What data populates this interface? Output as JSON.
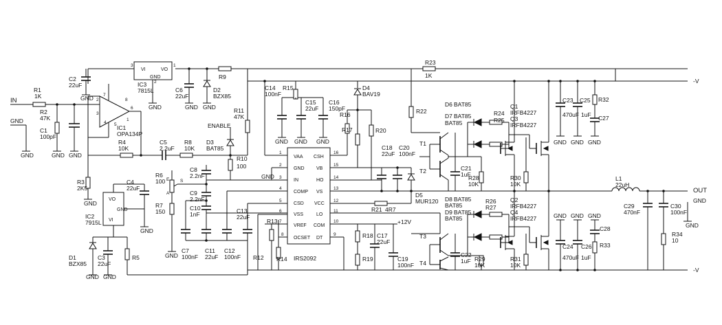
{
  "nets": {
    "in": "IN",
    "out": "OUT",
    "vpos": "-V",
    "vneg": "-V",
    "enable": "ENABLE",
    "p12v": "+12V"
  },
  "ground": "GND",
  "ic1": {
    "ref": "IC1",
    "part": "OPA134P",
    "pins": [
      "2",
      "3",
      "7",
      "4",
      "6",
      "8",
      "1",
      "5"
    ]
  },
  "ic2": {
    "ref": "IC2",
    "part": "7915L",
    "pins": [
      "VI",
      "VO",
      "GND"
    ]
  },
  "ic3": {
    "ref": "IC3",
    "part": "7815L",
    "pins": [
      "VI",
      "VO",
      "GND"
    ],
    "pin_nums": [
      "3",
      "1",
      "2"
    ]
  },
  "driver": {
    "part": "IRS2092",
    "left_pins": [
      {
        "num": "1",
        "name": "VAA"
      },
      {
        "num": "2",
        "name": "GND"
      },
      {
        "num": "3",
        "name": "IN"
      },
      {
        "num": "4",
        "name": "COMP"
      },
      {
        "num": "5",
        "name": "CSD"
      },
      {
        "num": "6",
        "name": "VSS"
      },
      {
        "num": "7",
        "name": "VREF"
      },
      {
        "num": "8",
        "name": "OCSET"
      }
    ],
    "right_pins": [
      {
        "num": "16",
        "name": "CSH"
      },
      {
        "num": "15",
        "name": "VB"
      },
      {
        "num": "14",
        "name": "HO"
      },
      {
        "num": "13",
        "name": "VS"
      },
      {
        "num": "12",
        "name": "VCC"
      },
      {
        "num": "11",
        "name": "LO"
      },
      {
        "num": "10",
        "name": "COM"
      },
      {
        "num": "9",
        "name": "DT"
      }
    ]
  },
  "labels": {
    "r1": "R1",
    "r1v": "1K",
    "r2": "R2",
    "r2v": "47K",
    "c1": "C1",
    "c1v": "100pF",
    "c2": "C2",
    "c2v": "22uF",
    "r3": "R3",
    "r3v": "2K5",
    "r4": "R4",
    "r4v": "10K",
    "c4": "C4",
    "c4v": "22uF",
    "d1": "D1",
    "d1v": "BZX85",
    "c3": "C3",
    "c3v": "22uF",
    "r5": "R5",
    "c5": "C5",
    "c5v": "2.2uF",
    "r8": "R8",
    "r8v": "10K",
    "d3": "D3",
    "d3v": "BAT85",
    "r10": "R10",
    "r10v": "100",
    "r6": "R6",
    "r6v": "100",
    "r6e": "E",
    "r6a": "A",
    "r6s": "S",
    "r7": "R7",
    "r7v": "150",
    "c7": "C7",
    "c7v": "100nF",
    "c8": "C8",
    "c8v": "2.2nF",
    "c9": "C9",
    "c9v": "2.2nF",
    "c10": "C10",
    "c10v": "1nF",
    "c11": "C11",
    "c11v": "22uF",
    "c12": "C12",
    "c12v": "100nF",
    "c13": "C13",
    "c13v": "22uF",
    "r12": "R12",
    "r13": "R13",
    "r14": "R14",
    "c6": "C6",
    "c6v": "22uF",
    "d2": "D2",
    "d2v": "BZX85",
    "r9": "R9",
    "r11": "R11",
    "r11v": "47K",
    "c14": "C14",
    "c14v": "100nF",
    "r15": "R15",
    "c15": "C15",
    "c15v": "22uF",
    "c16": "C16",
    "c16v": "150pF",
    "r16": "R16",
    "r17": "R17",
    "d4": "D4",
    "d4v": "BAV19",
    "r20": "R20",
    "r23": "R23",
    "r23v": "1K",
    "r22": "R22",
    "c18": "C18",
    "c18v": "22uF",
    "c20": "C20",
    "c20v": "100nF",
    "c21": "C21",
    "c21v": "1uF",
    "t1": "T1",
    "t2": "T2",
    "t3": "T3",
    "t4": "T4",
    "d6": "D6",
    "d6v": "BAT85",
    "d7": "D7",
    "d7v": "BAT85",
    "r24": "R24",
    "r25": "R25",
    "r28": "R28",
    "r28v": "10K",
    "r30": "R30",
    "r30v": "10K",
    "q1": "Q1",
    "q1v": "IRFB4227",
    "q3": "Q3",
    "q3v": "IRFB4227",
    "c23": "C23",
    "c23v": "470uF",
    "c25": "C25",
    "c25v": "1uF",
    "r32": "R32",
    "c27": "C27",
    "d5": "D5",
    "d5v": "MUR120",
    "r21": "R21",
    "r21v": "4R7",
    "d8": "D8",
    "d8v": "BAT85",
    "d9": "D9",
    "d9v": "BAT85",
    "r26": "R26",
    "r27": "R27",
    "q2": "Q2",
    "q2v": "IRFB4227",
    "q4": "Q4",
    "q4v": "IRFB4227",
    "r18": "R18",
    "r19": "R19",
    "c17": "C17",
    "c17v": "22uF",
    "c19": "C19",
    "c19v": "100nF",
    "c22": "C22",
    "c22v": "1uF",
    "r29": "R29",
    "r29v": "10K",
    "r31": "R31",
    "r31v": "10K",
    "c24": "C24",
    "c24v": "470uF",
    "c26": "C26",
    "c26v": "1uF",
    "c28": "C28",
    "r33": "R33",
    "l1": "L1",
    "l1v": "22uH",
    "c29": "C29",
    "c29v": "470nF",
    "c30": "C30",
    "c30v": "100nF",
    "r34": "R34",
    "r34v": "10"
  }
}
